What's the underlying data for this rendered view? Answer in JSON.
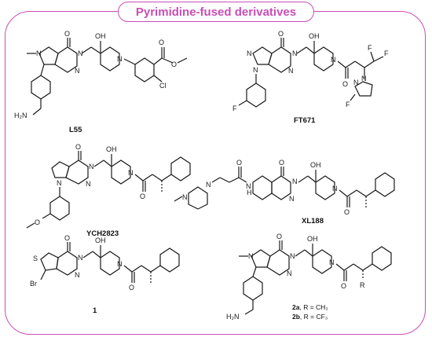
{
  "title": "Pyrimidine-fused derivatives",
  "accent_color": "#c84fb5",
  "compounds": [
    {
      "name": "L55"
    },
    {
      "name": "FT671"
    },
    {
      "name": "YCH2823"
    },
    {
      "name": "XL188"
    },
    {
      "name": "1"
    },
    {
      "name": "2a, 2b"
    }
  ],
  "substituents": {
    "2a_id": "2a",
    "2a_text": ", R = CH₃",
    "2b_id": "2b",
    "2b_text": ", R = CF₃"
  },
  "atom_labels": {
    "O": "O",
    "OH": "OH",
    "N": "N",
    "Cl": "Cl",
    "F": "F",
    "Br": "Br",
    "S": "S",
    "NH2": "H₂N",
    "NH": "H",
    "R": "R"
  }
}
